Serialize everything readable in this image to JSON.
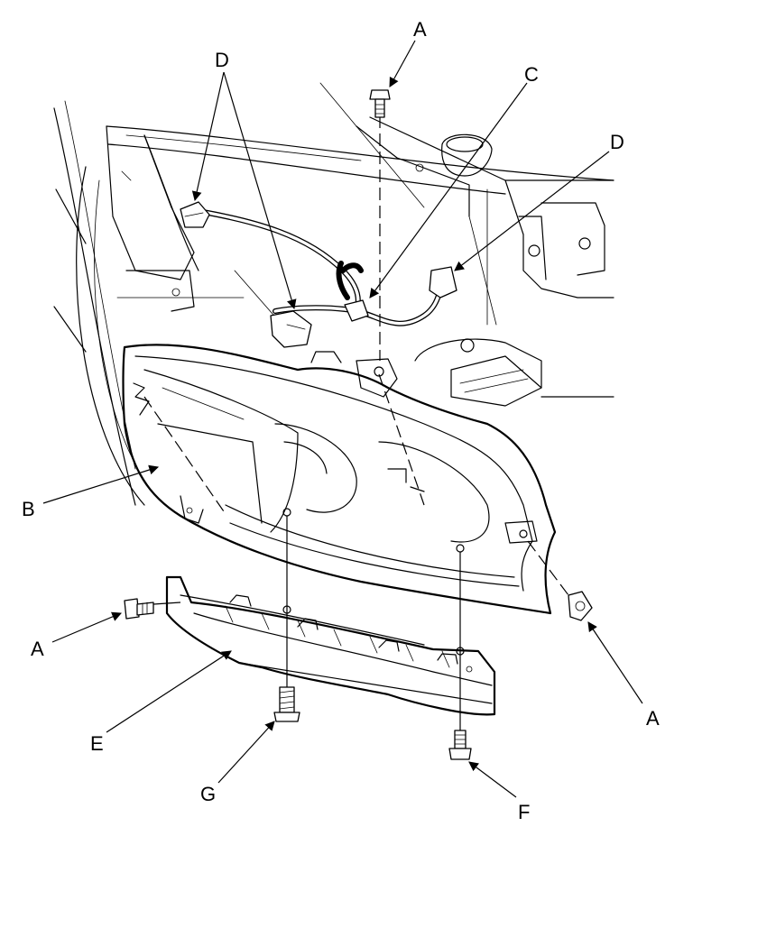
{
  "callouts": {
    "a_top": "A",
    "a_left": "A",
    "a_right": "A",
    "b": "B",
    "c": "C",
    "d_left": "D",
    "d_right": "D",
    "e": "E",
    "f": "F",
    "g": "G"
  },
  "colors": {
    "line": "#000000",
    "background": "#ffffff"
  }
}
